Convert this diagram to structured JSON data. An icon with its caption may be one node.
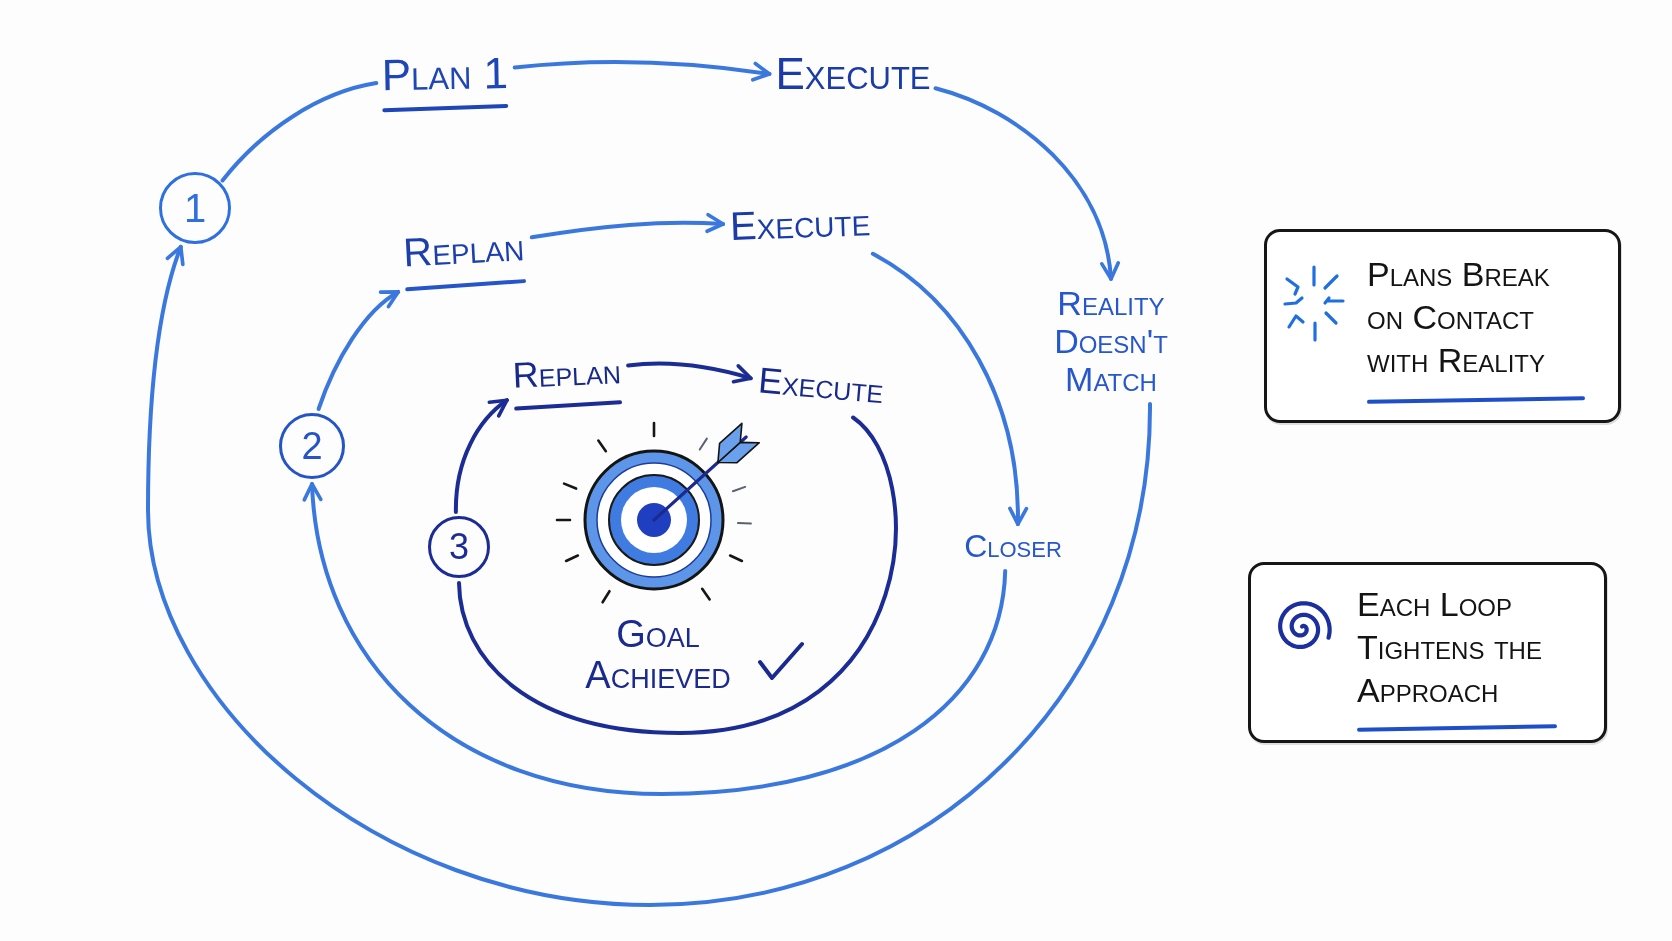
{
  "diagram": {
    "nodes": [
      {
        "text": [
          "1"
        ]
      },
      {
        "text": [
          "Plan 1"
        ]
      },
      {
        "text": [
          "Execute"
        ]
      },
      {
        "text": [
          "Reality Doesn't Match"
        ]
      },
      {
        "text": [
          "2"
        ]
      },
      {
        "text": [
          "Replan"
        ]
      },
      {
        "text": [
          "Execute"
        ]
      },
      {
        "text": [
          "Closer"
        ]
      },
      {
        "text": [
          "3"
        ]
      },
      {
        "text": [
          "Replan"
        ]
      },
      {
        "text": [
          "Execute"
        ]
      },
      {
        "text": [
          "Plans Break on Contact with Reality"
        ]
      },
      {
        "text": [
          "Each Loop Tightens the Approach"
        ]
      }
    ],
    "edges": [
      {
        "from": 0,
        "to": 1,
        "arrow": "none"
      },
      {
        "from": 1,
        "to": 2,
        "arrow": "to"
      },
      {
        "from": 2,
        "to": 3,
        "arrow": "to"
      },
      {
        "from": 3,
        "to": 0,
        "arrow": "to"
      },
      {
        "from": 4,
        "to": 5,
        "arrow": "to"
      },
      {
        "from": 5,
        "to": 6,
        "arrow": "to"
      },
      {
        "from": 6,
        "to": 7,
        "arrow": "to"
      },
      {
        "from": 7,
        "to": 4,
        "arrow": "to"
      },
      {
        "from": 8,
        "to": 9,
        "arrow": "to",
        "color": "#1b2d95"
      },
      {
        "from": 9,
        "to": 10,
        "arrow": "to",
        "color": "#1b2d95"
      },
      {
        "from": 10,
        "to": 8,
        "arrow": "none",
        "color": "#1b2d95"
      }
    ],
    "labels": [
      "Goal Achieved"
    ]
  }
}
